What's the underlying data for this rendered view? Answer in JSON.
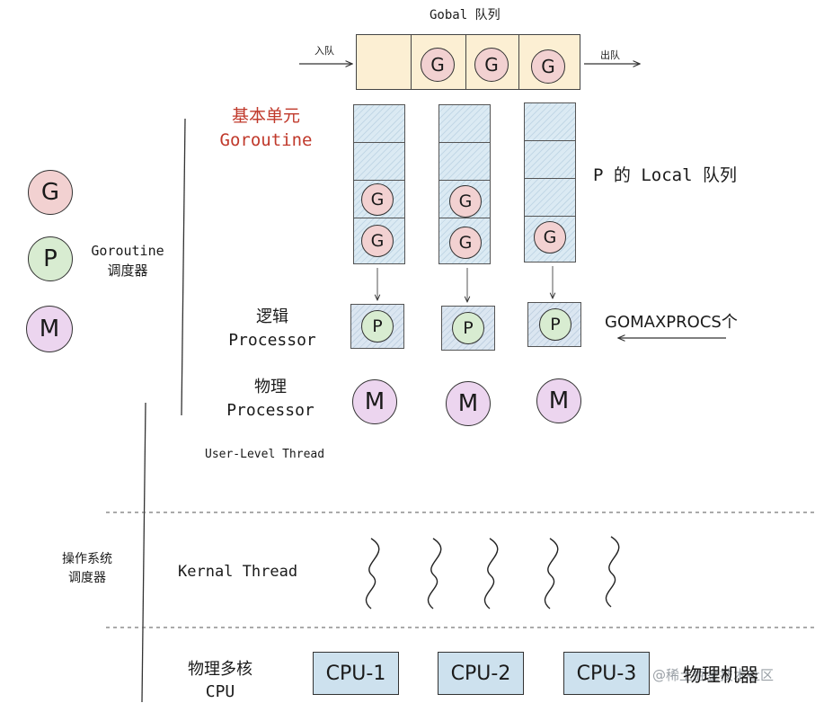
{
  "global_queue": {
    "title": "Gobal 队列",
    "enqueue": "入队",
    "dequeue": "出队",
    "items": [
      "G",
      "G",
      "G"
    ]
  },
  "legend": {
    "g": "G",
    "p": "P",
    "m": "M",
    "caption_line1": "Goroutine",
    "caption_line2": "调度器"
  },
  "basic_unit": {
    "line1": "基本单元",
    "line2": "Goroutine"
  },
  "local_queue_label": "P 的 Local 队列",
  "local_queues": [
    {
      "items": [
        "G",
        "G"
      ]
    },
    {
      "items": [
        "G",
        "G"
      ]
    },
    {
      "items": [
        "G"
      ]
    }
  ],
  "logical_processor": {
    "line1": "逻辑",
    "line2": "Processor",
    "items": [
      "P",
      "P",
      "P"
    ]
  },
  "gomaxprocs_label": "GOMAXPROCS个",
  "physical_processor": {
    "line1": "物理",
    "line2": "Processor",
    "items": [
      "M",
      "M",
      "M"
    ]
  },
  "user_level_thread": "User-Level Thread",
  "os_scheduler": {
    "line1": "操作系统",
    "line2": "调度器"
  },
  "kernel_thread": "Kernal Thread",
  "cpu": {
    "line1": "物理多核",
    "line2": "CPU",
    "items": [
      "CPU-1",
      "CPU-2",
      "CPU-3"
    ]
  },
  "physical_machine": "物理机器",
  "watermark": "@稀土掘金技术社区",
  "colors": {
    "goroutine_fill": "#f2d1d1",
    "processor_fill": "#d8ecd1",
    "machine_fill": "#ecd5ef",
    "global_queue_fill": "#fcefd3",
    "local_queue_fill": "#dbeaf3",
    "cpu_fill": "#cde1ee",
    "accent_red": "#c0392b"
  }
}
